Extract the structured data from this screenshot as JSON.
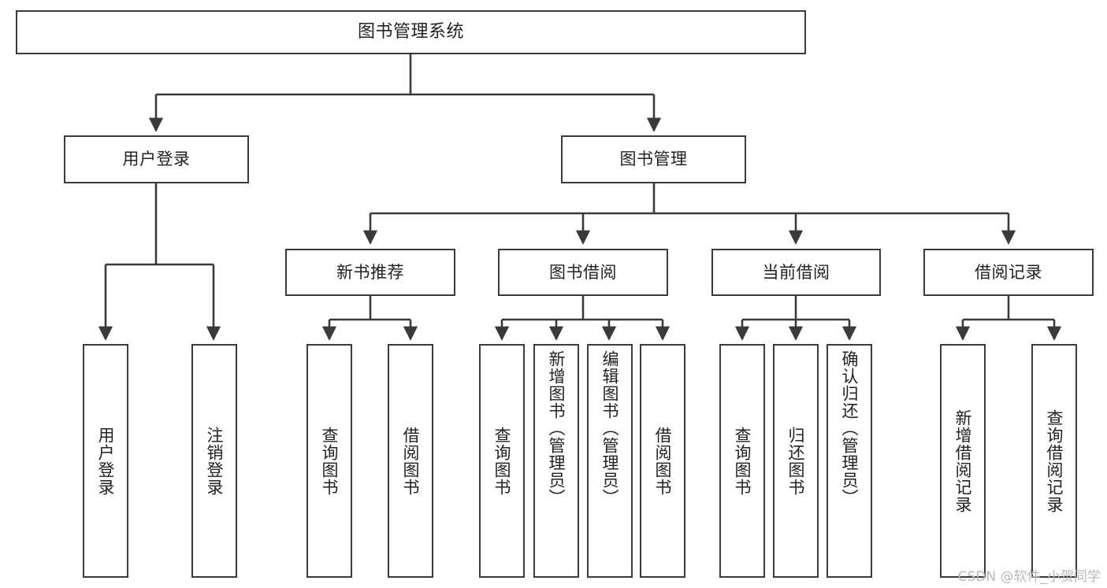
{
  "diagram": {
    "type": "tree",
    "title": "图书管理系统",
    "watermark": "CSDN @软件_小贺同学",
    "colors": {
      "stroke": "#3a3a3a",
      "fill": "#ffffff",
      "text": "#222222",
      "watermark": "#b9b9b9"
    },
    "nodes": {
      "root": {
        "label": "图书管理系统"
      },
      "level2": [
        {
          "id": "user-login",
          "label": "用户登录"
        },
        {
          "id": "book-manage",
          "label": "图书管理"
        }
      ],
      "level3": [
        {
          "id": "new-book-rec",
          "label": "新书推荐"
        },
        {
          "id": "book-borrow",
          "label": "图书借阅"
        },
        {
          "id": "current-borrow",
          "label": "当前借阅"
        },
        {
          "id": "borrow-record",
          "label": "借阅记录"
        }
      ],
      "leaves": {
        "user-login": [
          {
            "id": "leaf-user-login",
            "label": "用户登录"
          },
          {
            "id": "leaf-logout",
            "label": "注销登录"
          }
        ],
        "new-book-rec": [
          {
            "id": "leaf-query-book-1",
            "label": "查询图书"
          },
          {
            "id": "leaf-borrow-book-1",
            "label": "借阅图书"
          }
        ],
        "book-borrow": [
          {
            "id": "leaf-query-book-2",
            "label": "查询图书"
          },
          {
            "id": "leaf-add-book",
            "label": "新增图书（管理员）"
          },
          {
            "id": "leaf-edit-book",
            "label": "编辑图书（管理员）"
          },
          {
            "id": "leaf-borrow-book-2",
            "label": "借阅图书"
          }
        ],
        "current-borrow": [
          {
            "id": "leaf-query-book-3",
            "label": "查询图书"
          },
          {
            "id": "leaf-return-book",
            "label": "归还图书"
          },
          {
            "id": "leaf-confirm-return",
            "label": "确认归还（管理员）"
          }
        ],
        "borrow-record": [
          {
            "id": "leaf-add-record",
            "label": "新增借阅记录"
          },
          {
            "id": "leaf-query-record",
            "label": "查询借阅记录"
          }
        ]
      }
    }
  }
}
